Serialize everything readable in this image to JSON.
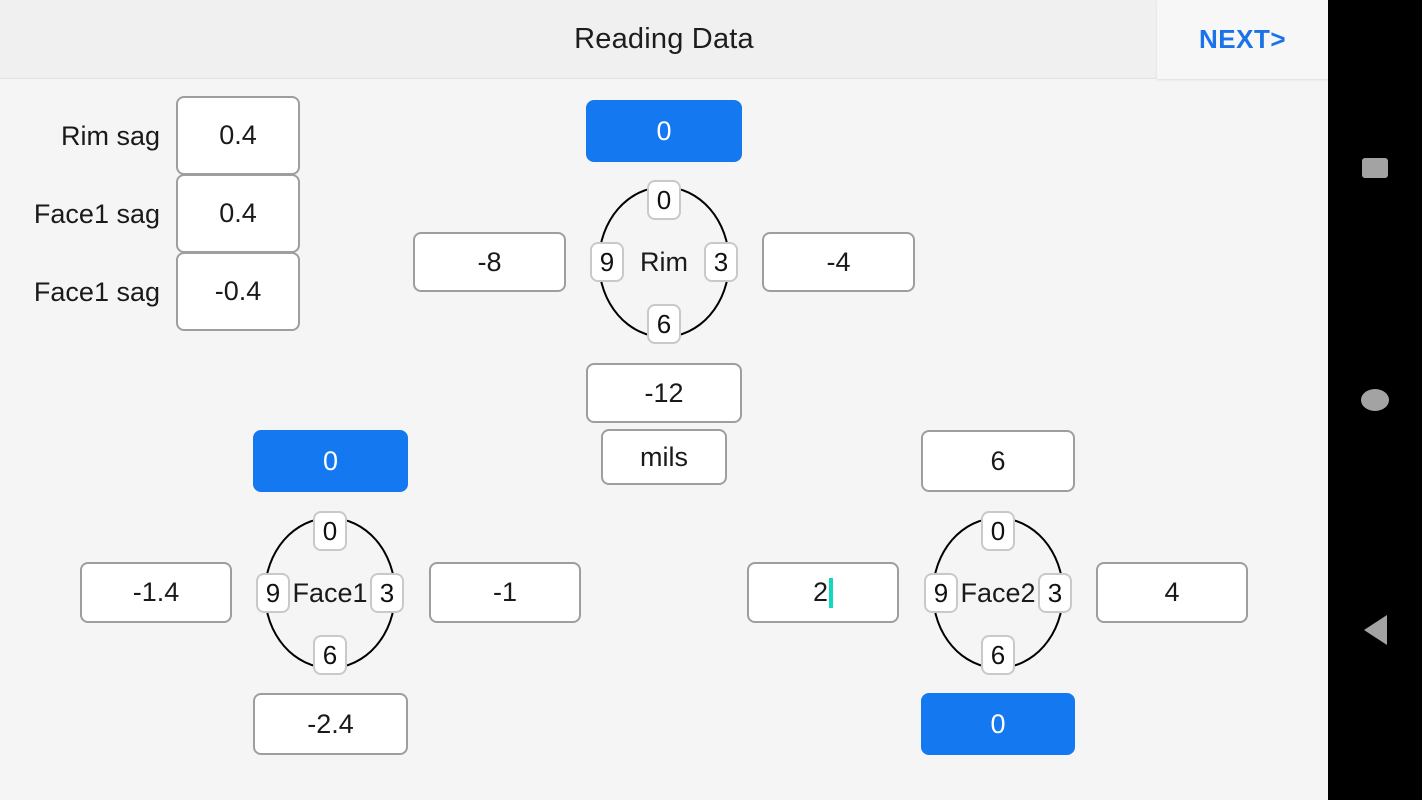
{
  "header": {
    "title": "Reading Data",
    "next_label": "NEXT>",
    "next_color": "#1a73e8"
  },
  "colors": {
    "page_background": "#f5f5f5",
    "header_background": "#f0f0f0",
    "accent_blue": "#1478f0",
    "box_border": "#9e9e9e",
    "dial_stroke": "#000000",
    "caret": "#12d8c0",
    "navbar_background": "#000000",
    "navbar_icon": "#a3a3a3"
  },
  "sag_rows": [
    {
      "label": "Rim sag",
      "value": "0.4"
    },
    {
      "label": "Face1 sag",
      "value": "0.4"
    },
    {
      "label": "Face1 sag",
      "value": "-0.4"
    }
  ],
  "units": {
    "value": "mils"
  },
  "dial_ticks": {
    "top": "0",
    "right": "3",
    "bottom": "6",
    "left": "9"
  },
  "clusters": {
    "rim": {
      "name": "Rim",
      "top": {
        "value": "0",
        "style": "blue",
        "focused": false
      },
      "left": {
        "value": "-8",
        "style": "white",
        "focused": false
      },
      "right": {
        "value": "-4",
        "style": "white",
        "focused": false
      },
      "bottom": {
        "value": "-12",
        "style": "white",
        "focused": false
      }
    },
    "face1": {
      "name": "Face1",
      "top": {
        "value": "0",
        "style": "blue",
        "focused": false
      },
      "left": {
        "value": "-1.4",
        "style": "white",
        "focused": false
      },
      "right": {
        "value": "-1",
        "style": "white",
        "focused": false
      },
      "bottom": {
        "value": "-2.4",
        "style": "white",
        "focused": false
      }
    },
    "face2": {
      "name": "Face2",
      "top": {
        "value": "6",
        "style": "white",
        "focused": false
      },
      "left": {
        "value": "2",
        "style": "white",
        "focused": true
      },
      "right": {
        "value": "4",
        "style": "white",
        "focused": false
      },
      "bottom": {
        "value": "0",
        "style": "blue",
        "focused": false
      }
    }
  },
  "navbar": {
    "recents_label": "recents",
    "home_label": "home",
    "back_label": "back"
  }
}
